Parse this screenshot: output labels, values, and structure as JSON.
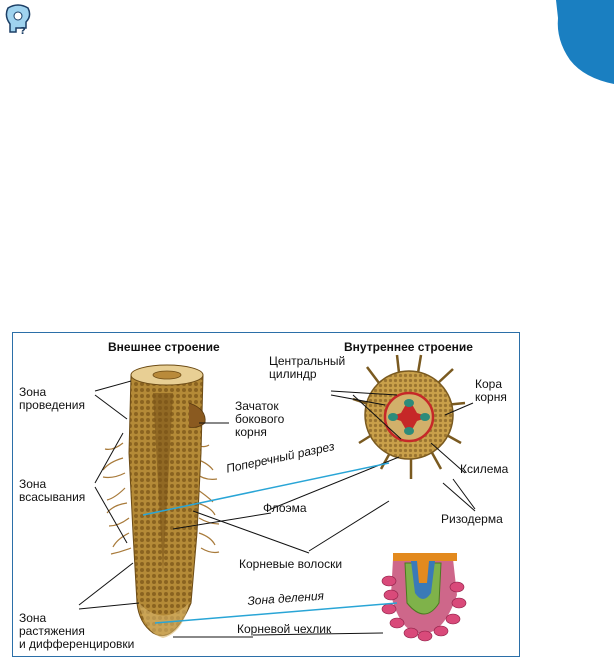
{
  "colors": {
    "accent": "#1a7fc1",
    "frame": "#2b6fa8",
    "root": "#a9812f",
    "tissue": "#c62828",
    "xylem": "#2e8b7a"
  },
  "icons": [
    "question-head-icon"
  ],
  "figure": {
    "headers": {
      "external": "Внешнее строение",
      "internal": "Внутреннее строение"
    },
    "labels": {
      "zone_conduction": [
        "Зона",
        "проведения"
      ],
      "lateral_root": [
        "Зачаток",
        "бокового",
        "корня"
      ],
      "zone_absorption": [
        "Зона",
        "всасывания"
      ],
      "central_cylinder": [
        "Центральный",
        "цилиндр"
      ],
      "cortex": [
        "Кора",
        "корня"
      ],
      "cross_section": "Поперечный разрез",
      "phloem": "Флоэма",
      "xylem": "Ксилема",
      "rhizoderm": "Ризодерма",
      "root_hairs": "Корневые волоски",
      "zone_division": "Зона деления",
      "zone_growth": [
        "Зона",
        "растяжения",
        "и дифференцировки"
      ],
      "root_cap": "Корневой чехлик"
    }
  }
}
